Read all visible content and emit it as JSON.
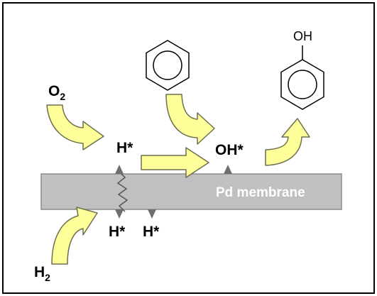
{
  "diagram": {
    "membrane_label": "Pd membrane",
    "reactants": {
      "oxygen": {
        "symbol": "O",
        "subscript": "2"
      },
      "hydrogen": {
        "symbol": "H",
        "subscript": "2"
      }
    },
    "surface_species": {
      "top_hydrogen": "H*",
      "hydroxyl": "OH*",
      "bottom_hydrogen_1": "H*",
      "bottom_hydrogen_2": "H*"
    },
    "phenol_substituent": "OH",
    "colors": {
      "arrow_fill": "#ffff99",
      "arrow_stroke": "#6e6e50",
      "membrane_fill": "#c0c0c0",
      "membrane_stroke": "#8c8c8c",
      "site_marker": "#6e6e6e",
      "frame": "#000000"
    }
  }
}
